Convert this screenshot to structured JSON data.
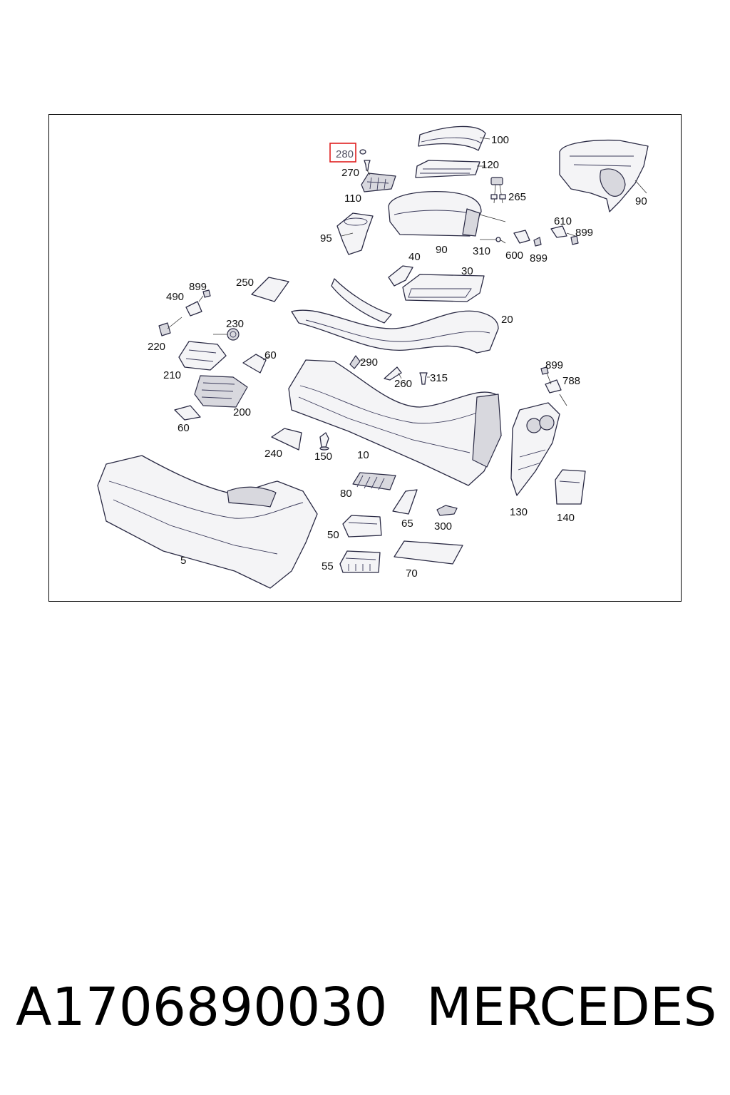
{
  "diagram": {
    "callouts": [
      {
        "id": "c100",
        "label": "100"
      },
      {
        "id": "c280",
        "label": "280",
        "highlighted": true
      },
      {
        "id": "c270",
        "label": "270"
      },
      {
        "id": "c120",
        "label": "120"
      },
      {
        "id": "c110",
        "label": "110"
      },
      {
        "id": "c265",
        "label": "265"
      },
      {
        "id": "c90a",
        "label": "90"
      },
      {
        "id": "c95",
        "label": "95"
      },
      {
        "id": "c90b",
        "label": "90"
      },
      {
        "id": "c310",
        "label": "310"
      },
      {
        "id": "c610",
        "label": "610"
      },
      {
        "id": "c899a",
        "label": "899"
      },
      {
        "id": "c600",
        "label": "600"
      },
      {
        "id": "c899b",
        "label": "899"
      },
      {
        "id": "c40",
        "label": "40"
      },
      {
        "id": "c30",
        "label": "30"
      },
      {
        "id": "c250",
        "label": "250"
      },
      {
        "id": "c899c",
        "label": "899"
      },
      {
        "id": "c490",
        "label": "490"
      },
      {
        "id": "c20",
        "label": "20"
      },
      {
        "id": "c230",
        "label": "230"
      },
      {
        "id": "c220",
        "label": "220"
      },
      {
        "id": "c60a",
        "label": "60"
      },
      {
        "id": "c290",
        "label": "290"
      },
      {
        "id": "c210",
        "label": "210"
      },
      {
        "id": "c899d",
        "label": "899"
      },
      {
        "id": "c315",
        "label": "315"
      },
      {
        "id": "c260",
        "label": "260"
      },
      {
        "id": "c788",
        "label": "788"
      },
      {
        "id": "c200",
        "label": "200"
      },
      {
        "id": "c60b",
        "label": "60"
      },
      {
        "id": "c240",
        "label": "240"
      },
      {
        "id": "c150",
        "label": "150"
      },
      {
        "id": "c10",
        "label": "10"
      },
      {
        "id": "c80",
        "label": "80"
      },
      {
        "id": "c130",
        "label": "130"
      },
      {
        "id": "c140",
        "label": "140"
      },
      {
        "id": "c65",
        "label": "65"
      },
      {
        "id": "c300",
        "label": "300"
      },
      {
        "id": "c50",
        "label": "50"
      },
      {
        "id": "c5",
        "label": "5"
      },
      {
        "id": "c55",
        "label": "55"
      },
      {
        "id": "c70",
        "label": "70"
      }
    ]
  },
  "footer": {
    "part_number": "A1706890030",
    "brand": "MERCEDES"
  },
  "colors": {
    "highlight": "#e02020",
    "line": "#2a2a44"
  }
}
